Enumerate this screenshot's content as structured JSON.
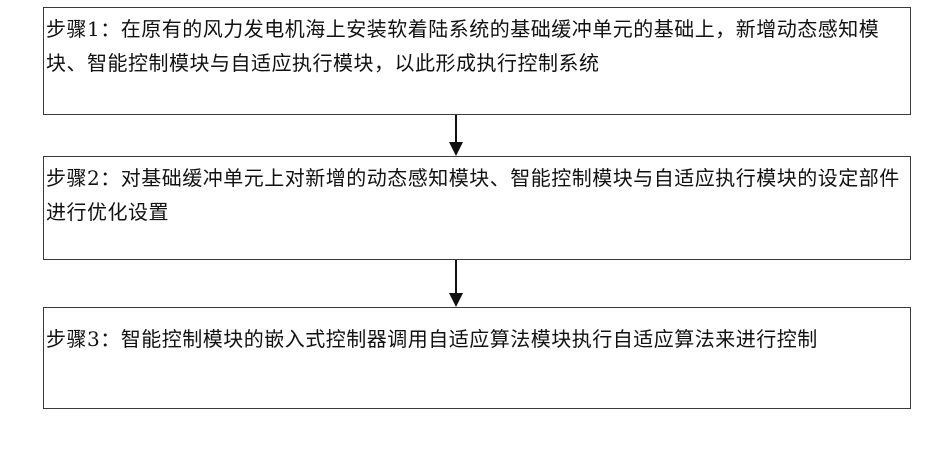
{
  "steps": [
    {
      "text": "步骤1：在原有的风力发电机海上安装软着陆系统的基础缓冲单元的基础上，新增动态感知模块、智能控制模块与自适应执行模块，以此形成执行控制系统"
    },
    {
      "text": "步骤2：对基础缓冲单元上对新增的动态感知模块、智能控制模块与自适应执行模块的设定部件进行优化设置"
    },
    {
      "text": "步骤3：智能控制模块的嵌入式控制器调用自适应算法模块执行自适应算法来进行控制"
    }
  ],
  "arrows": [
    {
      "from": "步骤1",
      "to": "步骤2"
    },
    {
      "from": "步骤2",
      "to": "步骤3"
    }
  ]
}
